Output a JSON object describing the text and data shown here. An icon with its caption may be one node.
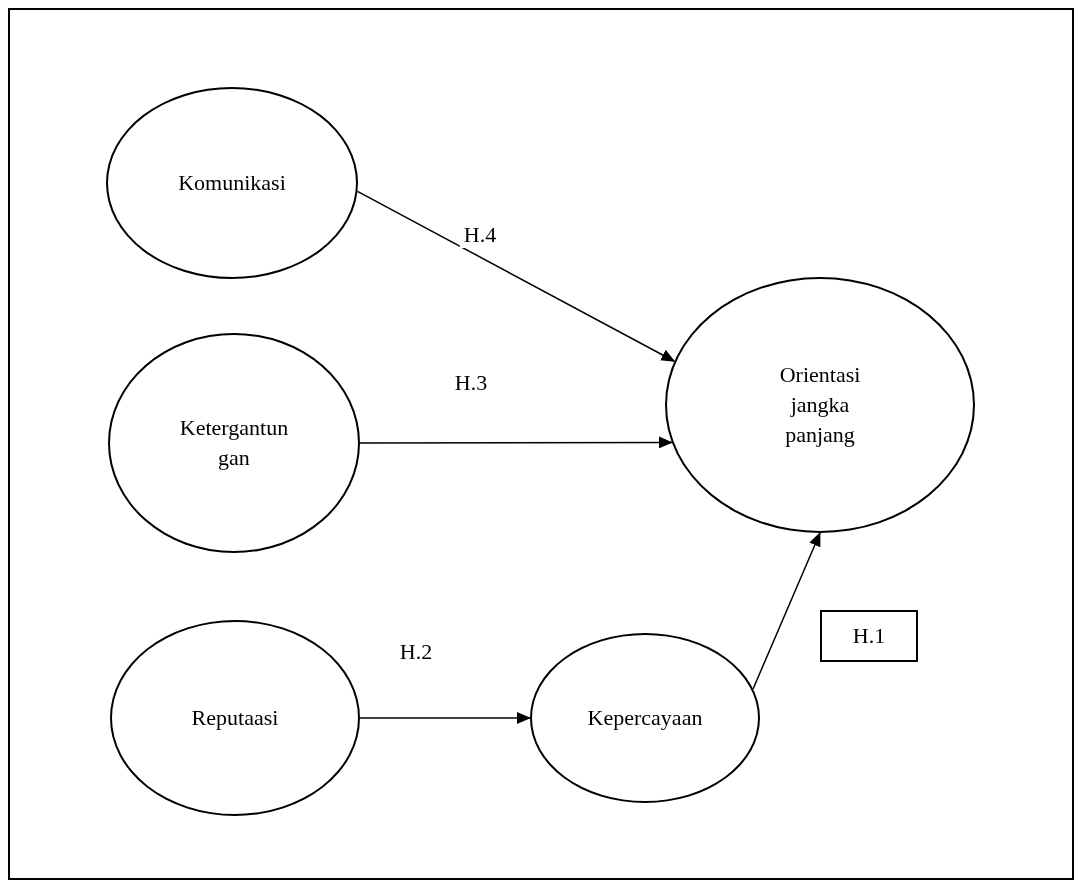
{
  "diagram": {
    "nodes": [
      {
        "text": [
          "Komunikasi"
        ]
      },
      {
        "text": [
          "Ketergantun gan"
        ]
      },
      {
        "text": [
          "Orientasi jangka panjang"
        ]
      },
      {
        "text": [
          "Reputaasi"
        ]
      },
      {
        "text": [
          "Kepercayaan"
        ]
      },
      {
        "text": [
          "H.1"
        ]
      }
    ],
    "edges": [
      {
        "from": 0,
        "to": 2,
        "arrow": "to",
        "label": "H.4"
      },
      {
        "from": 1,
        "to": 2,
        "arrow": "to",
        "label": "H.3"
      },
      {
        "from": 3,
        "to": 4,
        "arrow": "to",
        "label": "H.2"
      },
      {
        "from": 4,
        "to": 2,
        "arrow": "to"
      }
    ]
  }
}
